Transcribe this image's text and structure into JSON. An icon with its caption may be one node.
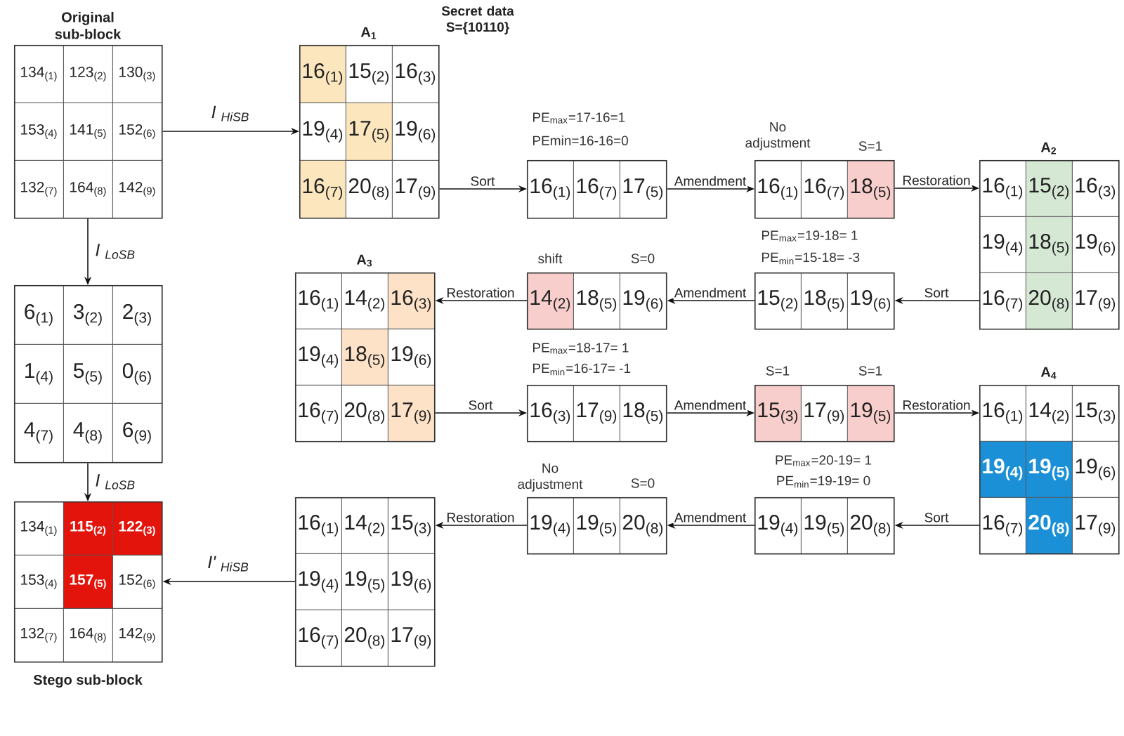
{
  "diagram": {
    "nodes": [
      {
        "text": [
          "Original sub-block",
          "134$_{(1)}$",
          "123$_{(2)}$",
          "130$_{(3)}$",
          "153$_{(4)}$",
          "141$_{(5)}$",
          "152$_{(6)}$",
          "132$_{(7)}$",
          "164$_{(8)}$",
          "142$_{(9)}$"
        ]
      },
      {
        "text": [
          "A$_{1}$",
          "16$_{(1)}$",
          "15$_{(2)}$",
          "16$_{(3)}$",
          "19$_{(4)}$",
          "17$_{(5)}$",
          "19$_{(6)}$",
          "16$_{(7)}$",
          "20$_{(8)}$",
          "17$_{(9)}$"
        ]
      },
      {
        "text": [
          "16$_{(1)}$",
          "16$_{(7)}$",
          "17$_{(5)}$"
        ],
        "beside": [
          "PE$_{max}$=17-16=1",
          "PEmin=16-16=0"
        ]
      },
      {
        "text": [
          "16$_{(1)}$",
          "16$_{(7)}$",
          "18$_{(5)}$"
        ],
        "beside": [
          "No adjustment",
          "S=1"
        ]
      },
      {
        "text": [
          "A$_{2}$",
          "16$_{(1)}$",
          "15$_{(2)}$",
          "16$_{(3)}$",
          "19$_{(4)}$",
          "18$_{(5)}$",
          "19$_{(6)}$",
          "16$_{(7)}$",
          "20$_{(8)}$",
          "17$_{(9)}$"
        ]
      },
      {
        "text": [
          "6$_{(1)}$",
          "3$_{(2)}$",
          "2$_{(3)}$",
          "1$_{(4)}$",
          "5$_{(5)}$",
          "0$_{(6)}$",
          "4$_{(7)}$",
          "4$_{(8)}$",
          "6$_{(9)}$"
        ]
      },
      {
        "text": [
          "A$_{3}$",
          "16$_{(1)}$",
          "14$_{(2)}$",
          "16$_{(3)}$",
          "19$_{(4)}$",
          "18$_{(5)}$",
          "19$_{(6)}$",
          "16$_{(7)}$",
          "20$_{(8)}$",
          "17$_{(9)}$"
        ]
      },
      {
        "text": [
          "14$_{(2)}$",
          "18$_{(5)}$",
          "19$_{(6)}$"
        ],
        "beside": [
          "shift",
          "S=0"
        ]
      },
      {
        "text": [
          "15$_{(2)}$",
          "18$_{(5)}$",
          "19$_{(6)}$"
        ],
        "beside": [
          "PE$_{max}$=19-18= 1",
          "PE$_{min}$=15-18= -3"
        ]
      },
      {
        "text": [
          "16$_{(3)}$",
          "17$_{(9)}$",
          "18$_{(5)}$"
        ],
        "beside": [
          "PE$_{max}$=18-17= 1",
          "PE$_{min}$=16-17= -1"
        ]
      },
      {
        "text": [
          "15$_{(3)}$",
          "17$_{(9)}$",
          "19$_{(5)}$"
        ],
        "beside": [
          "S=1",
          "S=1"
        ]
      },
      {
        "text": [
          "A$_{4}$",
          "16$_{(1)}$",
          "14$_{(2)}$",
          "15$_{(3)}$",
          "19$_{(4)}$",
          "19$_{(5)}$",
          "19$_{(6)}$",
          "16$_{(7)}$",
          "20$_{(8)}$",
          "17$_{(9)}$"
        ]
      },
      {
        "text": [
          "134$_{(1)}$",
          "115$_{(2)}$",
          "122$_{(3)}$",
          "153$_{(4)}$",
          "157$_{(5)}$",
          "152$_{(6)}$",
          "132$_{(7)}$",
          "164$_{(8)}$",
          "142$_{(9)}$",
          "Stego sub-block"
        ]
      },
      {
        "text": [
          "16$_{(1)}$",
          "14$_{(2)}$",
          "15$_{(3)}$",
          "19$_{(4)}$",
          "19$_{(5)}$",
          "19$_{(6)}$",
          "16$_{(7)}$",
          "20$_{(8)}$",
          "17$_{(9)}$"
        ]
      },
      {
        "text": [
          "19$_{(4)}$",
          "19$_{(5)}$",
          "20$_{(8)}$"
        ],
        "beside": [
          "No adjustment",
          "S=0"
        ]
      },
      {
        "text": [
          "19$_{(4)}$",
          "19$_{(5)}$",
          "20$_{(8)}$"
        ],
        "beside": [
          "PE$_{max}$=20-19= 1",
          "PE$_{min}$=19-19= 0"
        ]
      }
    ],
    "edges": [
      {
        "from": 0,
        "to": 1,
        "arrow": "to",
        "label": "I $_{HiSB}$"
      },
      {
        "from": 1,
        "to": 2,
        "arrow": "to",
        "label": "Sort"
      },
      {
        "from": 2,
        "to": 3,
        "arrow": "to",
        "label": "Amendment"
      },
      {
        "from": 3,
        "to": 4,
        "arrow": "to",
        "label": "Restoration"
      },
      {
        "from": 4,
        "to": 8,
        "arrow": "to",
        "label": "Sort"
      },
      {
        "from": 8,
        "to": 7,
        "arrow": "to",
        "label": "Amendment"
      },
      {
        "from": 7,
        "to": 6,
        "arrow": "to",
        "label": "Restoration"
      },
      {
        "from": 6,
        "to": 9,
        "arrow": "to",
        "label": "Sort"
      },
      {
        "from": 9,
        "to": 10,
        "arrow": "to",
        "label": "Amendment"
      },
      {
        "from": 10,
        "to": 11,
        "arrow": "to",
        "label": "Restoration"
      },
      {
        "from": 11,
        "to": 15,
        "arrow": "to",
        "label": "Sort"
      },
      {
        "from": 15,
        "to": 14,
        "arrow": "to",
        "label": "Amendment"
      },
      {
        "from": 14,
        "to": 13,
        "arrow": "to",
        "label": "Restoration"
      },
      {
        "from": 13,
        "to": 12,
        "arrow": "to",
        "label": "I' $_{HiSB}$"
      },
      {
        "from": 0,
        "to": 5,
        "arrow": "to",
        "label": "I $_{LoSB}$"
      },
      {
        "from": 5,
        "to": 12,
        "arrow": "to",
        "label": "I $_{LoSB}$"
      }
    ],
    "labels": [
      "Secret data S={10110}"
    ]
  }
}
